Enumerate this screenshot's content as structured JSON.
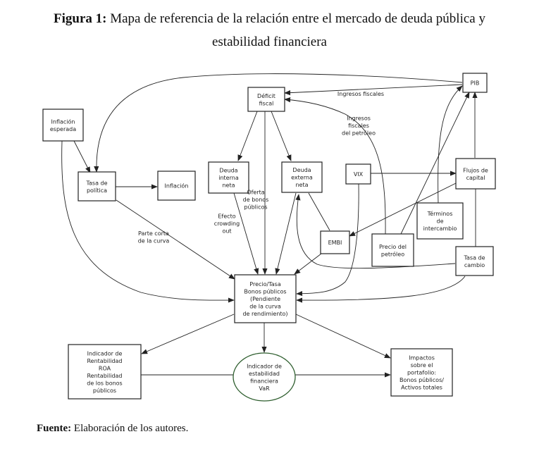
{
  "figure": {
    "label": "Figura 1:",
    "title_line1": "Mapa de referencia de la relación entre el mercado de deuda pública y",
    "title_line2": "estabilidad financiera"
  },
  "source": {
    "label": "Fuente:",
    "text": "Elaboración de los autores."
  },
  "nodes": {
    "inflacion_esperada": [
      "Inflación",
      "esperada"
    ],
    "tasa_politica": [
      "Tasa de",
      "política"
    ],
    "inflacion": [
      "Inflación"
    ],
    "deficit_fiscal": [
      "Déficit",
      "fiscal"
    ],
    "deuda_interna": [
      "Deuda",
      "interna",
      "neta"
    ],
    "deuda_externa": [
      "Deuda",
      "externa",
      "neta"
    ],
    "vix": [
      "VIX"
    ],
    "pib": [
      "PIB"
    ],
    "flujos_capital": [
      "Flujos de",
      "capital"
    ],
    "terminos_intercambio": [
      "Términos",
      "de",
      "intercambio"
    ],
    "embi": [
      "EMBI"
    ],
    "precio_petroleo": [
      "Precio del",
      "petróleo"
    ],
    "tasa_cambio": [
      "Tasa de",
      "cambio"
    ],
    "precio_tasa_bonos": [
      "Precio/Tasa",
      "Bonos públicos",
      "(Pendiente",
      "de la curva",
      "de rendimiento)"
    ],
    "indicador_rentabilidad": [
      "Indicador de",
      "Rentabilidad",
      "ROA",
      "Rentabilidad",
      "de los bonos",
      "públicos"
    ],
    "indicador_estabilidad": [
      "Indicador de",
      "estabilidad",
      "financiera",
      "VaR"
    ],
    "impactos_portafolio": [
      "Impactos",
      "sobre el",
      "portafolio:",
      "Bonos públicos/",
      "Activos totales"
    ]
  },
  "edge_labels": {
    "ingresos_fiscales": [
      "Ingresos fiscales"
    ],
    "ingresos_fiscales_petroleo": [
      "Ingresos",
      "fiscales",
      "del petróleo"
    ],
    "oferta_bonos": [
      "Oferta",
      "de bonos",
      "públicos"
    ],
    "efecto_crowding": [
      "Efecto",
      "crowding",
      "out"
    ],
    "parte_corta": [
      "Parte corta",
      "de la curva"
    ]
  },
  "colors": {
    "line": "#222222",
    "oval_outline": "#2e5e2e"
  }
}
